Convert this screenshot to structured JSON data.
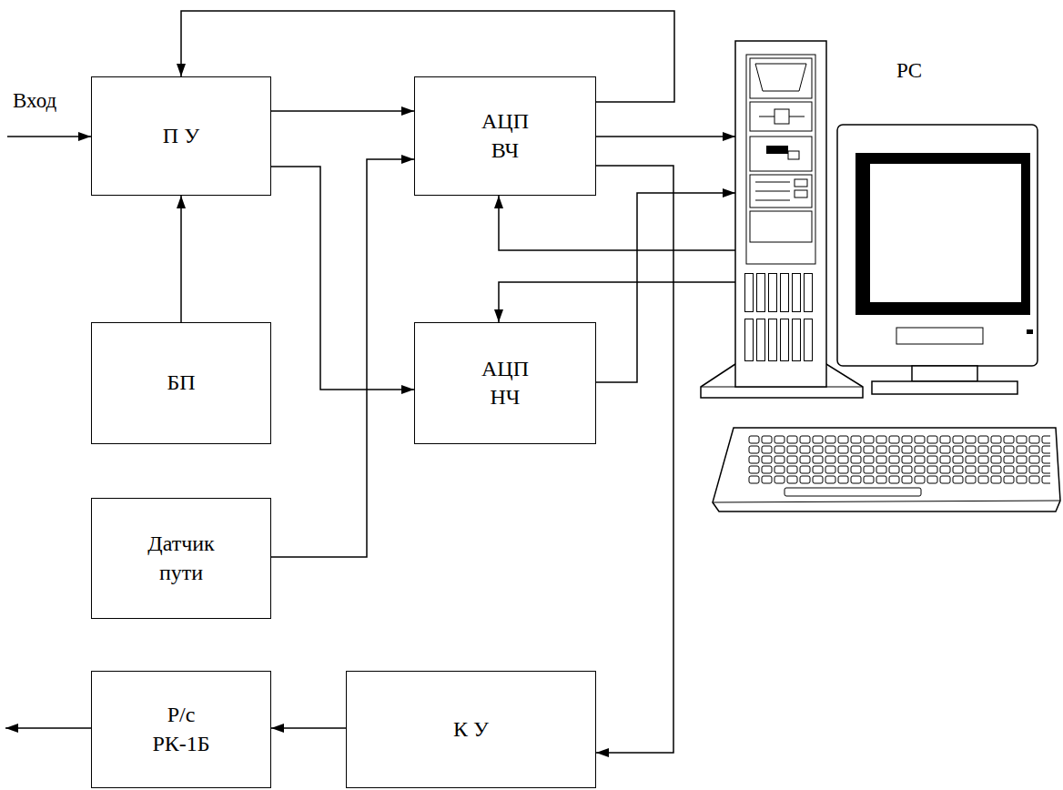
{
  "diagram": {
    "nodes": [
      {
        "text": [
          "П У"
        ]
      },
      {
        "text": [
          "АЦП ВЧ"
        ]
      },
      {
        "text": [
          "PC"
        ]
      },
      {
        "text": [
          "БП"
        ]
      },
      {
        "text": [
          "АЦП НЧ"
        ]
      },
      {
        "text": [
          "Датчик пути"
        ]
      },
      {
        "text": [
          "Р/с РК-1Б"
        ]
      },
      {
        "text": [
          "К У"
        ]
      }
    ],
    "edges": [
      {
        "from": 0,
        "to": 1,
        "arrow": "to"
      },
      {
        "from": 1,
        "to": 0,
        "arrow": "to"
      },
      {
        "from": 0,
        "to": 4,
        "arrow": "to"
      },
      {
        "from": 3,
        "to": 0,
        "arrow": "to"
      },
      {
        "from": 5,
        "to": 1,
        "arrow": "to"
      },
      {
        "from": 1,
        "to": 2,
        "arrow": "to"
      },
      {
        "from": 2,
        "to": 1,
        "arrow": "to"
      },
      {
        "from": 4,
        "to": 2,
        "arrow": "to"
      },
      {
        "from": 2,
        "to": 4,
        "arrow": "to"
      },
      {
        "from": 1,
        "to": 7,
        "arrow": "to"
      },
      {
        "from": 7,
        "to": 6,
        "arrow": "to"
      }
    ],
    "labels": [
      "Вход"
    ]
  }
}
